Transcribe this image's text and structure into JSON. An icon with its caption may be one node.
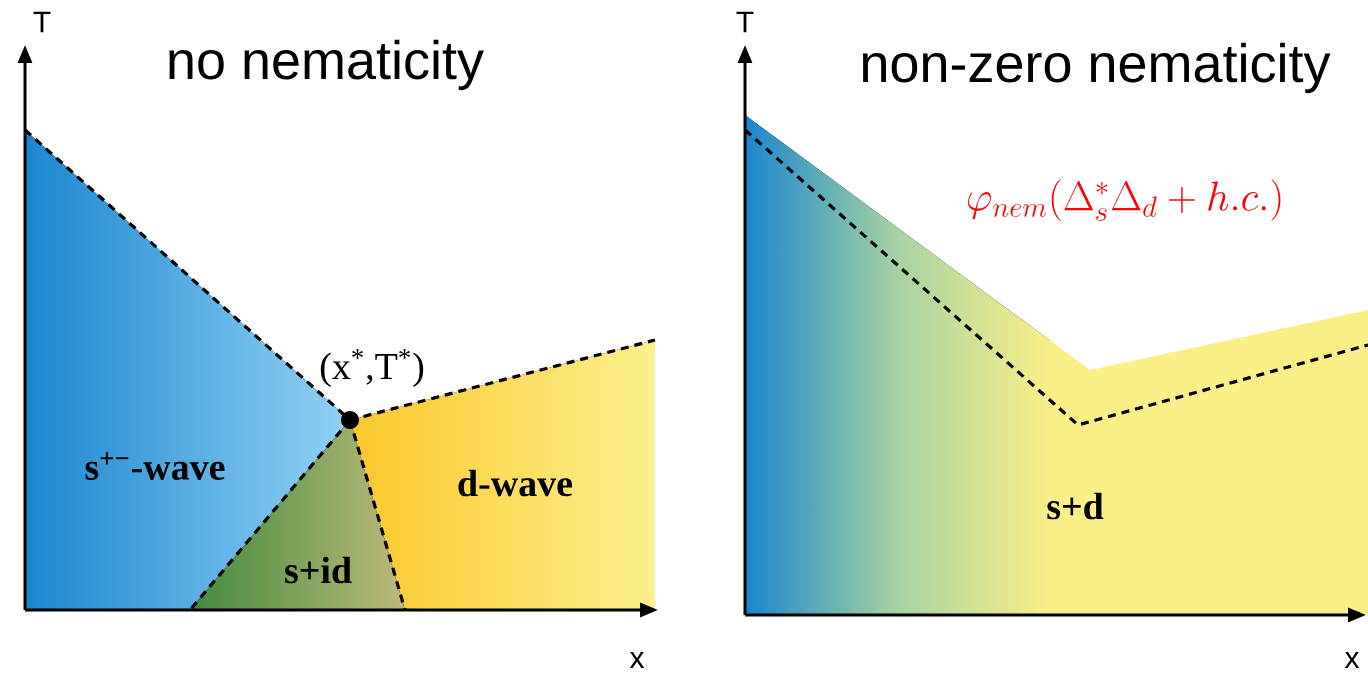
{
  "diagram": {
    "labels": [
      "T",
      "no nematicity",
      "(x$^{*}$,T$^{*}$)",
      "s$^{+−}$-wave",
      "s+id",
      "d-wave",
      "x",
      "T",
      "non-zero nematicity",
      "\\varphi_{nem}(\\Delta_s^*\\Delta_d+h.c.)",
      "s+d",
      "x"
    ]
  }
}
